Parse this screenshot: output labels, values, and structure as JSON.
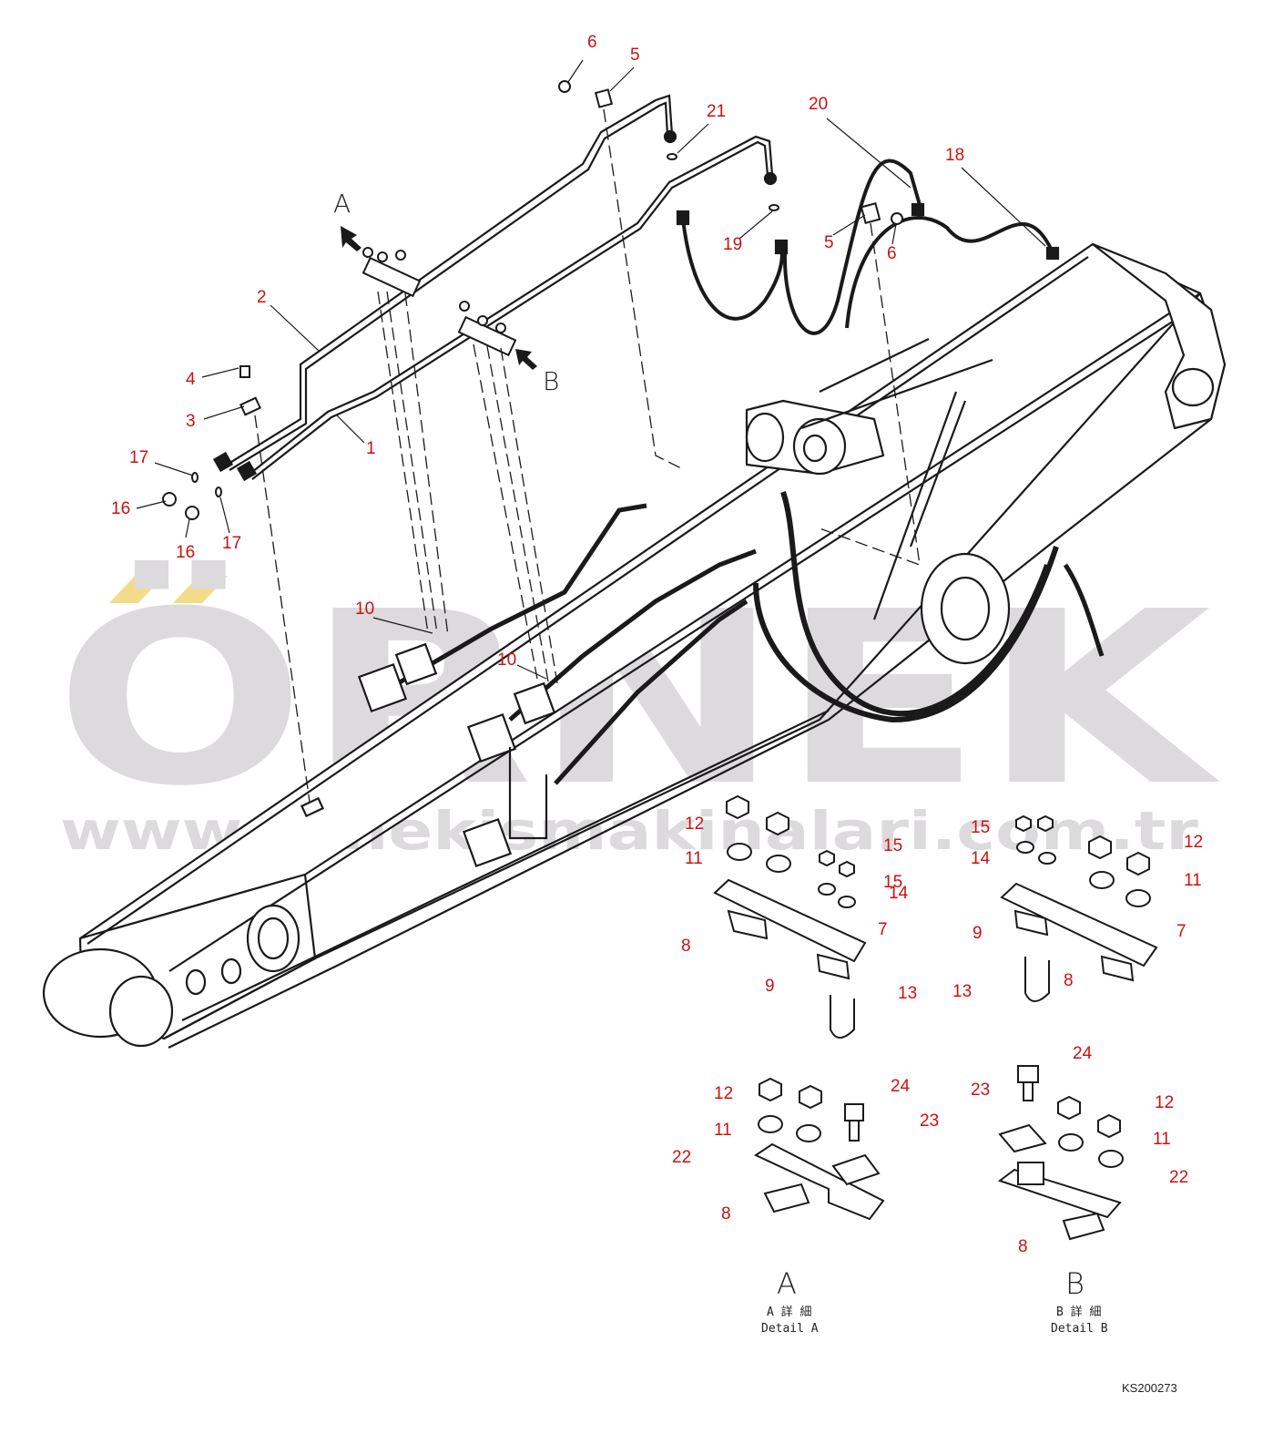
{
  "watermark": {
    "brand": "ÖRNEK",
    "url": "www.ornekismakinalari.com.tr",
    "accent_color": "#f2dc8a",
    "gray_color": "#dcdadd"
  },
  "view_arrows": {
    "a": "A",
    "b": "B"
  },
  "callouts": [
    "6",
    "5",
    "21",
    "20",
    "18",
    "19",
    "5",
    "6",
    "2",
    "4",
    "3",
    "1",
    "17",
    "16",
    "16",
    "17",
    "10",
    "10",
    "12",
    "11",
    "15",
    "15",
    "14",
    "8",
    "7",
    "9",
    "13",
    "15",
    "14",
    "12",
    "11",
    "9",
    "7",
    "13",
    "8",
    "24",
    "12",
    "11",
    "23",
    "22",
    "8",
    "24",
    "23",
    "12",
    "11",
    "22",
    "8"
  ],
  "detail_a": {
    "letter": "A",
    "jp": "A 詳 細",
    "en": "Detail A"
  },
  "detail_b": {
    "letter": "B",
    "jp": "B 詳 細",
    "en": "Detail B"
  },
  "drawing_code": "KS200273",
  "colors": {
    "line": "#1a1a1a",
    "callout": "#cc1111",
    "hose_fill": "#ffffff"
  }
}
